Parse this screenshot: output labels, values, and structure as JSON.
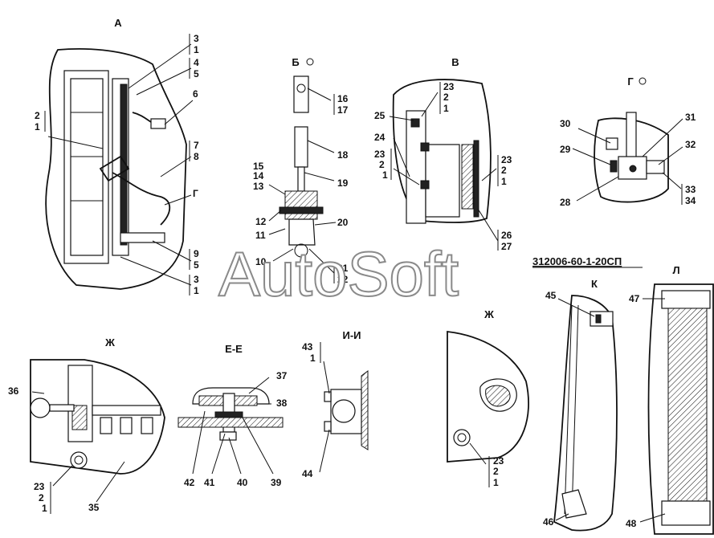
{
  "document_number": "312006-60-1-20СП",
  "watermark": "AutoSoft",
  "views": {
    "a": "А",
    "b": "Б",
    "v": "В",
    "g": "Г",
    "k": "К",
    "l": "Л",
    "zh_left": "Ж",
    "ee": "Е-Е",
    "ii": "И-И",
    "zh_right": "Ж"
  },
  "callouts": {
    "a_3_1_top": [
      "3",
      "1"
    ],
    "a_4_5": [
      "4",
      "5"
    ],
    "a_6": "6",
    "a_2_1": [
      "2",
      "1"
    ],
    "a_7_8": [
      "7",
      "8"
    ],
    "a_g": "Г",
    "a_9_5": [
      "9",
      "5"
    ],
    "a_3_1_bottom": [
      "3",
      "1"
    ],
    "b_16_17": [
      "16",
      "17"
    ],
    "b_18": "18",
    "b_19": "19",
    "b_15_14_13": [
      "15",
      "14",
      "13"
    ],
    "b_12": "12",
    "b_11": "11",
    "b_20": "20",
    "b_10": "10",
    "b_21_22": [
      "21",
      "22"
    ],
    "v_25": "25",
    "v_23_2_1_top": [
      "23",
      "2",
      "1"
    ],
    "v_24": "24",
    "v_23_2_1_left": [
      "23",
      "2",
      "1"
    ],
    "v_23_2_1_right": [
      "23",
      "2",
      "1"
    ],
    "v_26_27": [
      "26",
      "27"
    ],
    "g_30": "30",
    "g_31": "31",
    "g_29": "29",
    "g_32": "32",
    "g_28": "28",
    "g_33_34": [
      "33",
      "34"
    ],
    "k_45": "45",
    "k_46": "46",
    "l_47": "47",
    "l_48": "48",
    "zh_36": "36",
    "zh_23_2_1": [
      "23",
      "2",
      "1"
    ],
    "zh_35": "35",
    "ee_37": "37",
    "ee_38": "38",
    "ee_42": "42",
    "ee_41": "41",
    "ee_40": "40",
    "ee_39": "39",
    "ii_43_1": [
      "43",
      "1"
    ],
    "ii_44": "44",
    "zh2_23_2_1": [
      "23",
      "2",
      "1"
    ]
  }
}
